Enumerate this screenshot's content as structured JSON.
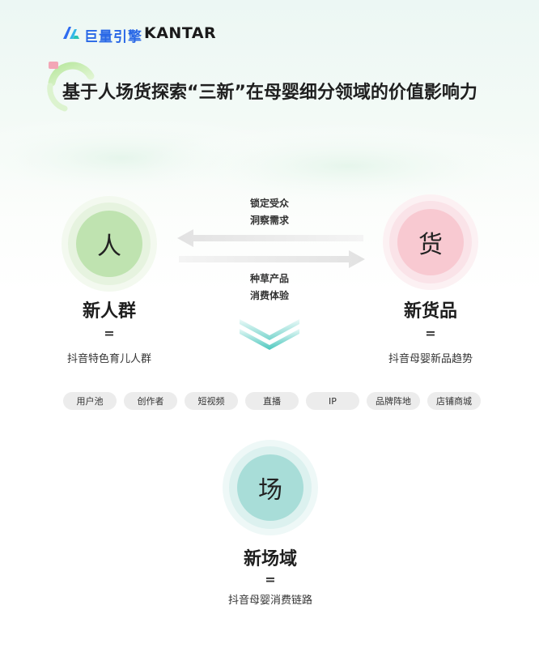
{
  "header": {
    "logo_cn": "巨量引擎",
    "logo_kantar": "KANTAR"
  },
  "title": "基于人场货探索“三新”在母婴细分领域的价值影响力",
  "nodes": {
    "person": {
      "glyph": "人",
      "title": "新人群",
      "eq": "=",
      "desc": "抖音特色育儿人群",
      "color": "#bfe3b0"
    },
    "goods": {
      "glyph": "货",
      "title": "新货品",
      "eq": "=",
      "desc": "抖音母婴新品趋势",
      "color": "#f8c9d1"
    },
    "field": {
      "glyph": "场",
      "title": "新场域",
      "eq": "=",
      "desc": "抖音母婴消费链路",
      "color": "#a8ddd8"
    }
  },
  "arrows": {
    "top_label": [
      "锁定受众",
      "洞察需求"
    ],
    "bottom_label": [
      "种草产品",
      "消费体验"
    ]
  },
  "chips": [
    "用户池",
    "创作者",
    "短视频",
    "直播",
    "IP",
    "品牌阵地",
    "店铺商城"
  ]
}
